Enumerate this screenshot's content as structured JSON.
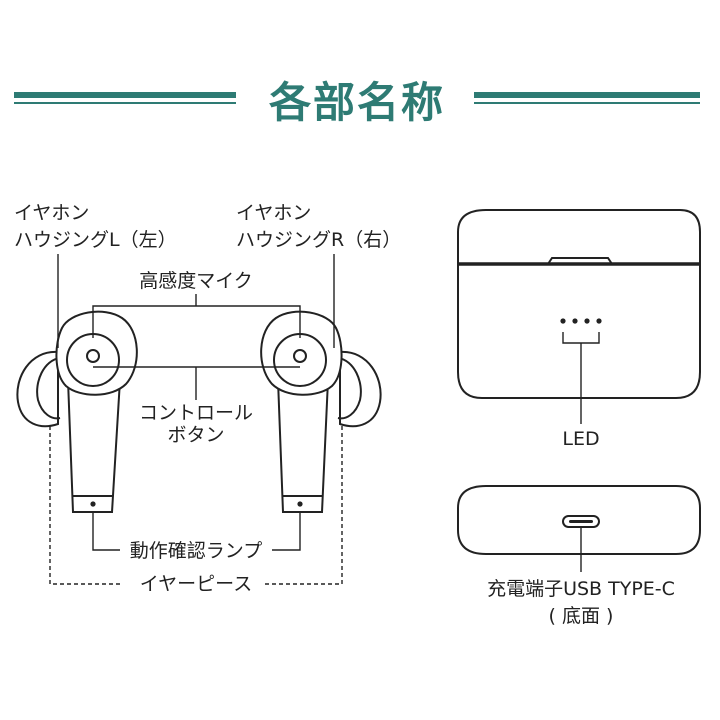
{
  "title": "各部名称",
  "colors": {
    "accent": "#2e7b74",
    "line": "#222222"
  },
  "earbuds": {
    "left_housing_line1": "イヤホン",
    "left_housing_line2": "ハウジングL（左）",
    "right_housing_line1": "イヤホン",
    "right_housing_line2": "ハウジングR（右）",
    "microphone": "高感度マイク",
    "control_line1": "コントロール",
    "control_line2": "ボタン",
    "lamp": "動作確認ランプ",
    "eartip": "イヤーピース"
  },
  "case": {
    "led": "LED",
    "port_line1": "充電端子USB TYPE-C",
    "port_line2": "( 底面 )"
  }
}
